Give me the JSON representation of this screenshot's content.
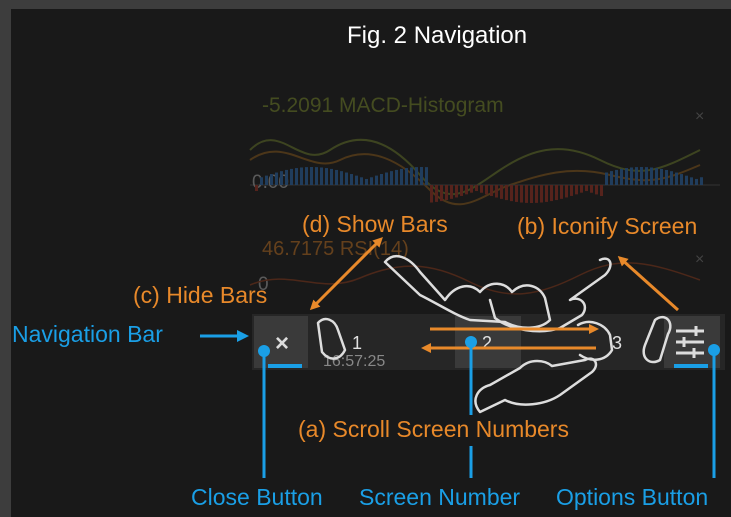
{
  "figure": {
    "title": "Fig. 2 Navigation"
  },
  "background_chart": {
    "macd_label": "-5.2091 MACD-Histogram",
    "zero_label": "0.00",
    "rsi_label": "46.7175 RSI(14)",
    "left_label": "0",
    "time_label": "16:57:25"
  },
  "nav_bar": {
    "close_symbol": "×",
    "screen_numbers": [
      "1",
      "2",
      "3"
    ]
  },
  "annotations": {
    "show_bars": "(d) Show Bars",
    "iconify_screen": "(b) Iconify Screen",
    "hide_bars": "(c) Hide Bars",
    "navigation_bar": "Navigation Bar",
    "scroll_screen_numbers": "(a) Scroll Screen Numbers",
    "close_button": "Close Button",
    "screen_number": "Screen Number",
    "options_button": "Options Button"
  },
  "colors": {
    "orange": "#e8892a",
    "blue": "#1a9fe6",
    "background": "#191919",
    "frame": "#3d3d3d"
  }
}
